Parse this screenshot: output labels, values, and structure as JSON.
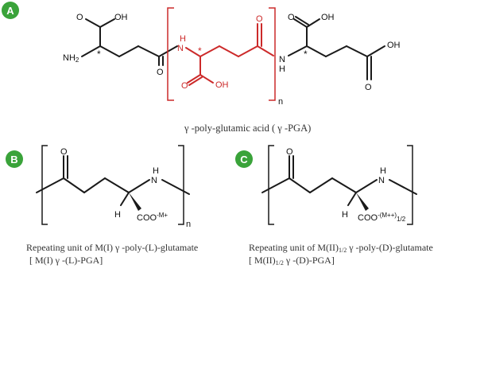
{
  "panels": {
    "a": {
      "badge": "A",
      "caption": "γ -poly-glutamic acid ( γ -PGA)",
      "atoms": {
        "o_top_left": "O",
        "oh_top_left": "OH",
        "star_left": "*",
        "nh2": "NH",
        "nh2_sub": "2",
        "o_amide_left": "O",
        "h_red": "H",
        "n_red": "N",
        "star_red": "*",
        "o_red_acid": "O",
        "oh_red_acid": "OH",
        "o_red_top": "O",
        "n_right": "N",
        "h_right": "H",
        "star_right": "*",
        "o_top_right": "O",
        "oh_top_right": "OH",
        "oh_far_right": "OH",
        "o_far_right": "O"
      },
      "subscript_n": "n"
    },
    "b": {
      "badge": "B",
      "caption_line1": "Repeating unit of M(I)  γ -poly-(L)-glutamate",
      "caption_line2": "[ M(I)  γ -(L)-PGA]",
      "atoms": {
        "o": "O",
        "h_n": "H",
        "n": "N",
        "h": "H",
        "coo": "COO",
        "coo_charge": "-M+"
      },
      "subscript_n": "n"
    },
    "c": {
      "badge": "C",
      "caption_line1_a": "Repeating unit of M(II)",
      "caption_line1_sub": "1/2",
      "caption_line1_b": " γ -poly-(D)-glutamate",
      "caption_line2_a": "[ M(II)",
      "caption_line2_sub": "1/2",
      "caption_line2_b": " γ -(D)-PGA]",
      "atoms": {
        "o": "O",
        "h_n": "H",
        "n": "N",
        "h": "H",
        "coo": "COO",
        "coo_charge": "-(M++)",
        "coo_sub": "1/2"
      }
    }
  },
  "colors": {
    "badge": "#3aa33a",
    "bond": "#1a1a1a",
    "highlight": "#cc2a2a",
    "caption": "#333333"
  }
}
